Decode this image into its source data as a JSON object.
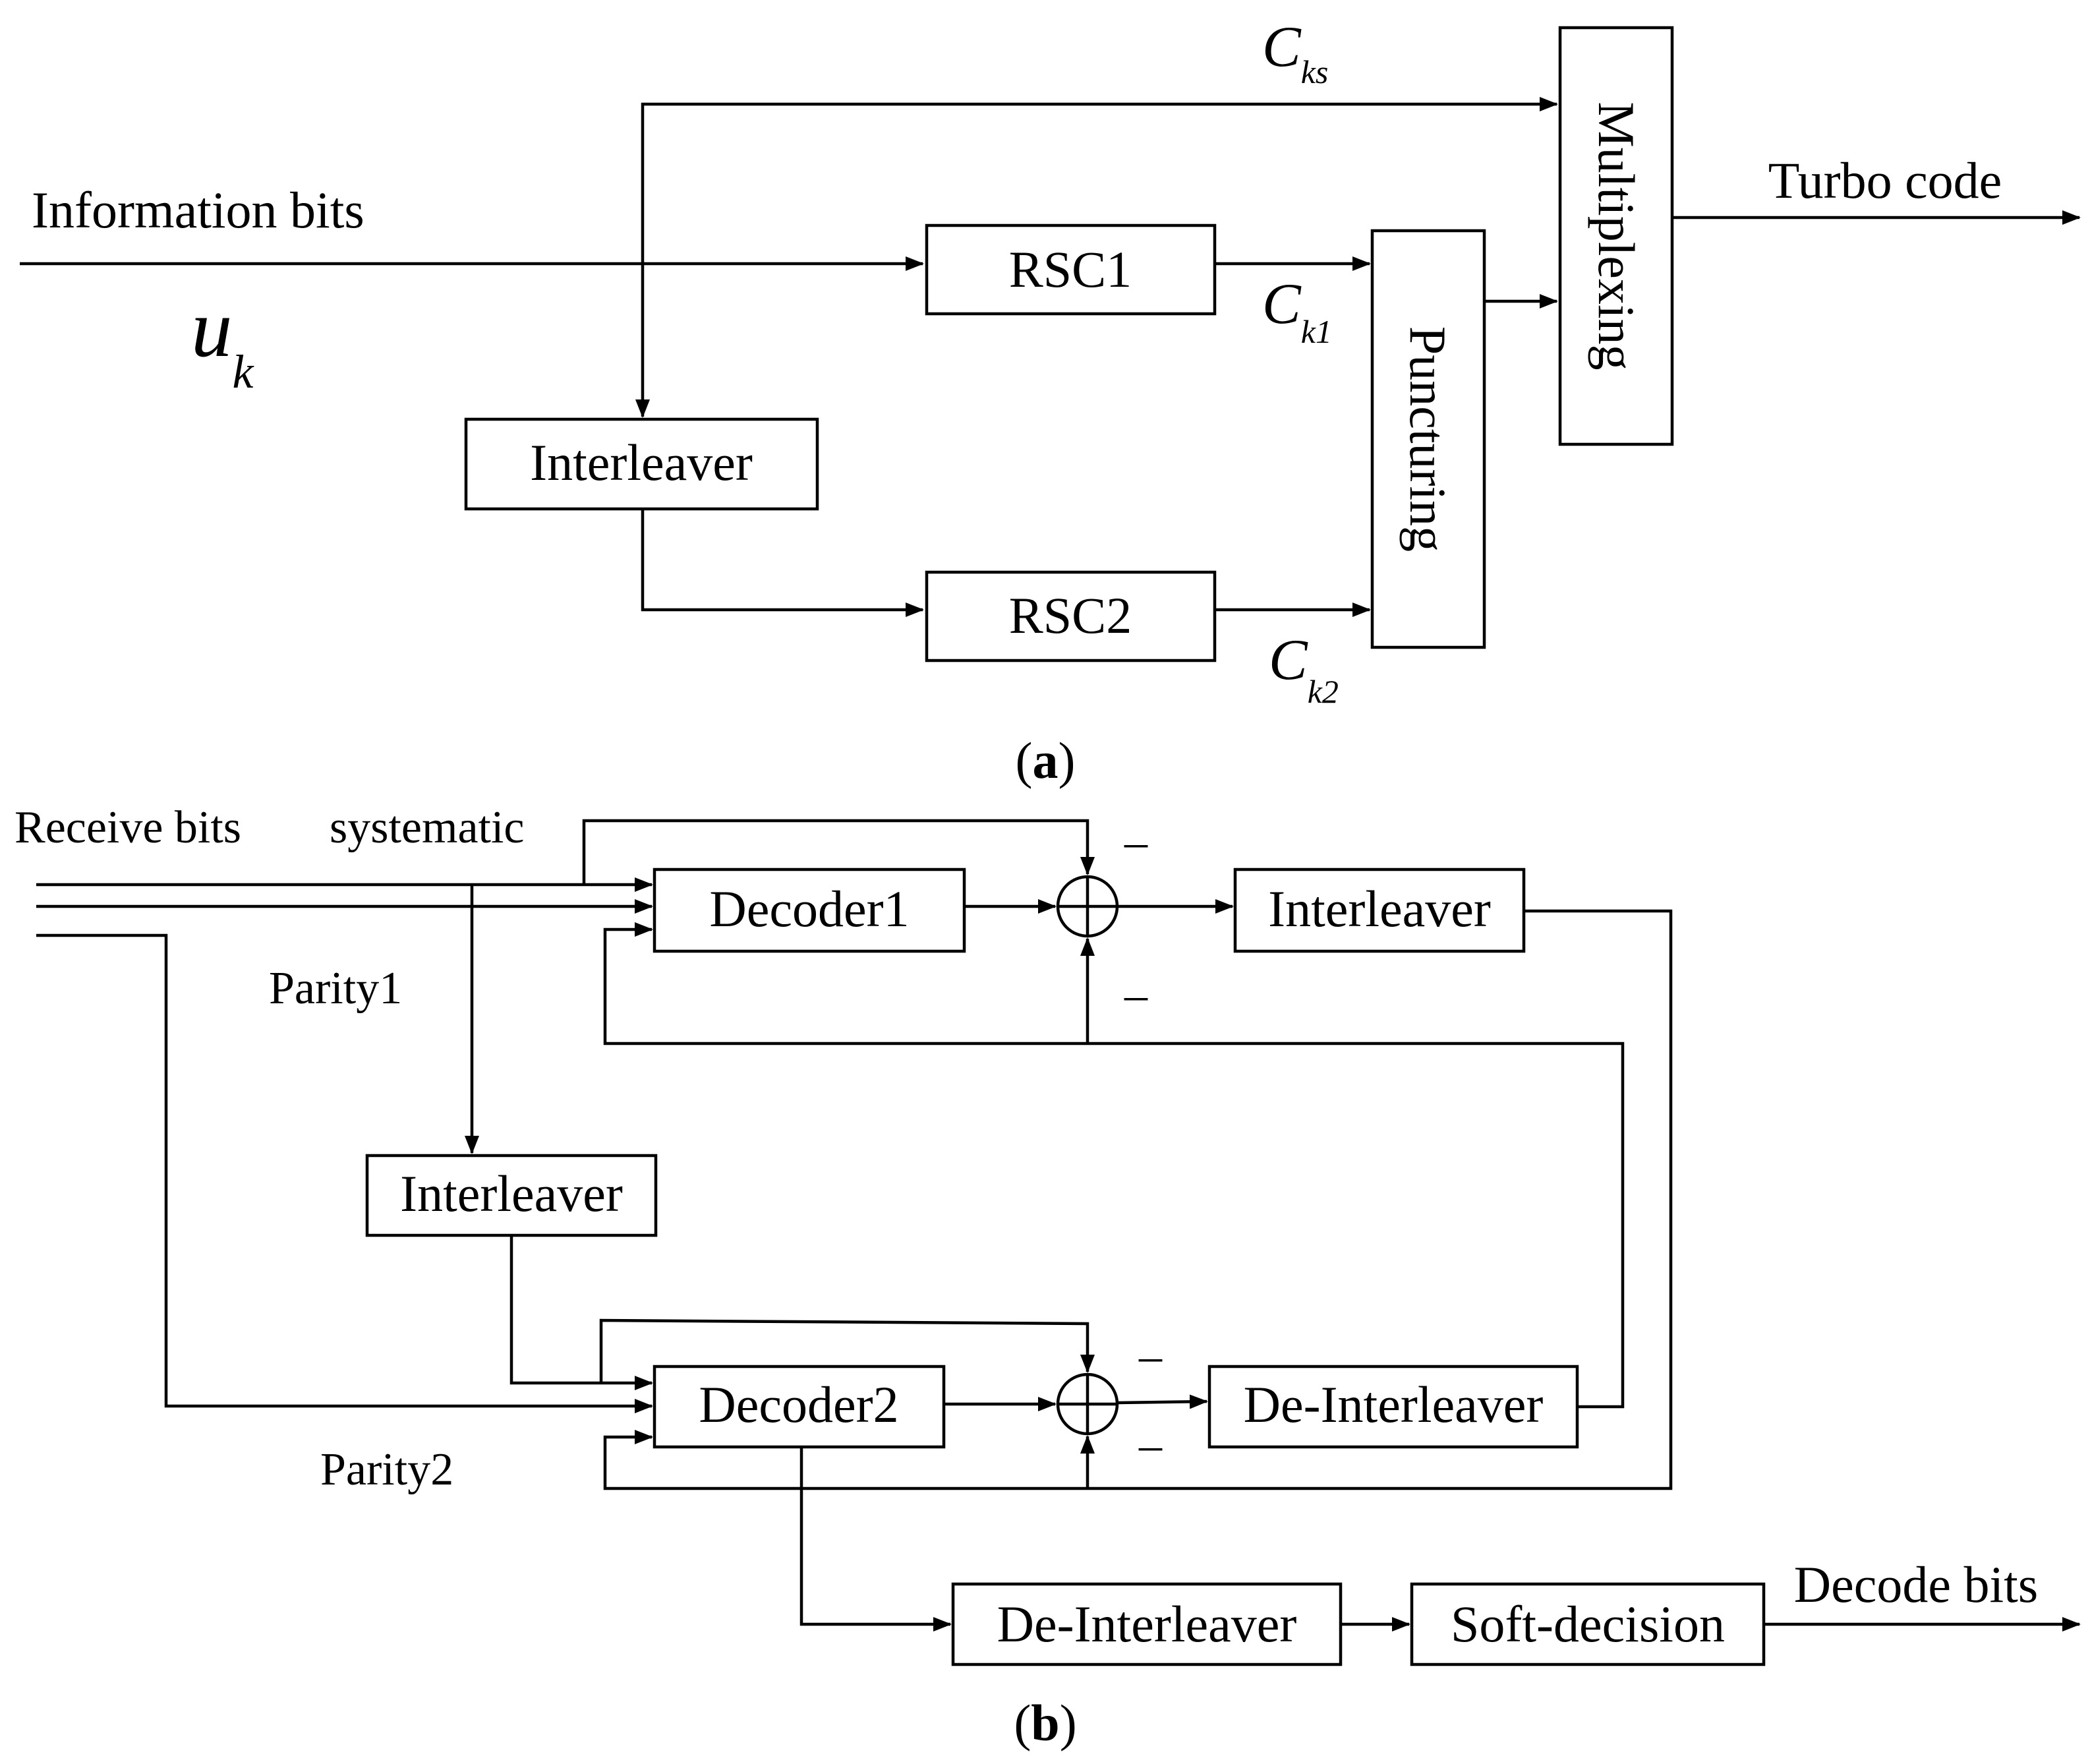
{
  "panel_a": {
    "input_label": "Information bits",
    "input_symbol": "u",
    "input_symbol_sub": "k",
    "interleaver": "Interleaver",
    "rsc1": "RSC1",
    "rsc2": "RSC2",
    "puncturing": "Puncturing",
    "multiplexing": "Multiplexing",
    "output": "Turbo code",
    "cks_main": "C",
    "cks_sub": "ks",
    "ck1_main": "C",
    "ck1_sub": "k1",
    "ck2_main": "C",
    "ck2_sub": "k2",
    "caption_open": "(",
    "caption_letter": "a",
    "caption_close": ")"
  },
  "panel_b": {
    "receive_bits": "Receive bits",
    "systematic": "systematic",
    "parity1": "Parity1",
    "parity2": "Parity2",
    "decoder1": "Decoder1",
    "decoder2": "Decoder2",
    "interleaver_top": "Interleaver",
    "interleaver_mid": "Interleaver",
    "deinterleaver_mid": "De-Interleaver",
    "deinterleaver_out": "De-Interleaver",
    "soft_decision": "Soft-decision",
    "decode_bits": "Decode bits",
    "minus": "–",
    "caption_open": "(",
    "caption_letter": "b",
    "caption_close": ")"
  }
}
